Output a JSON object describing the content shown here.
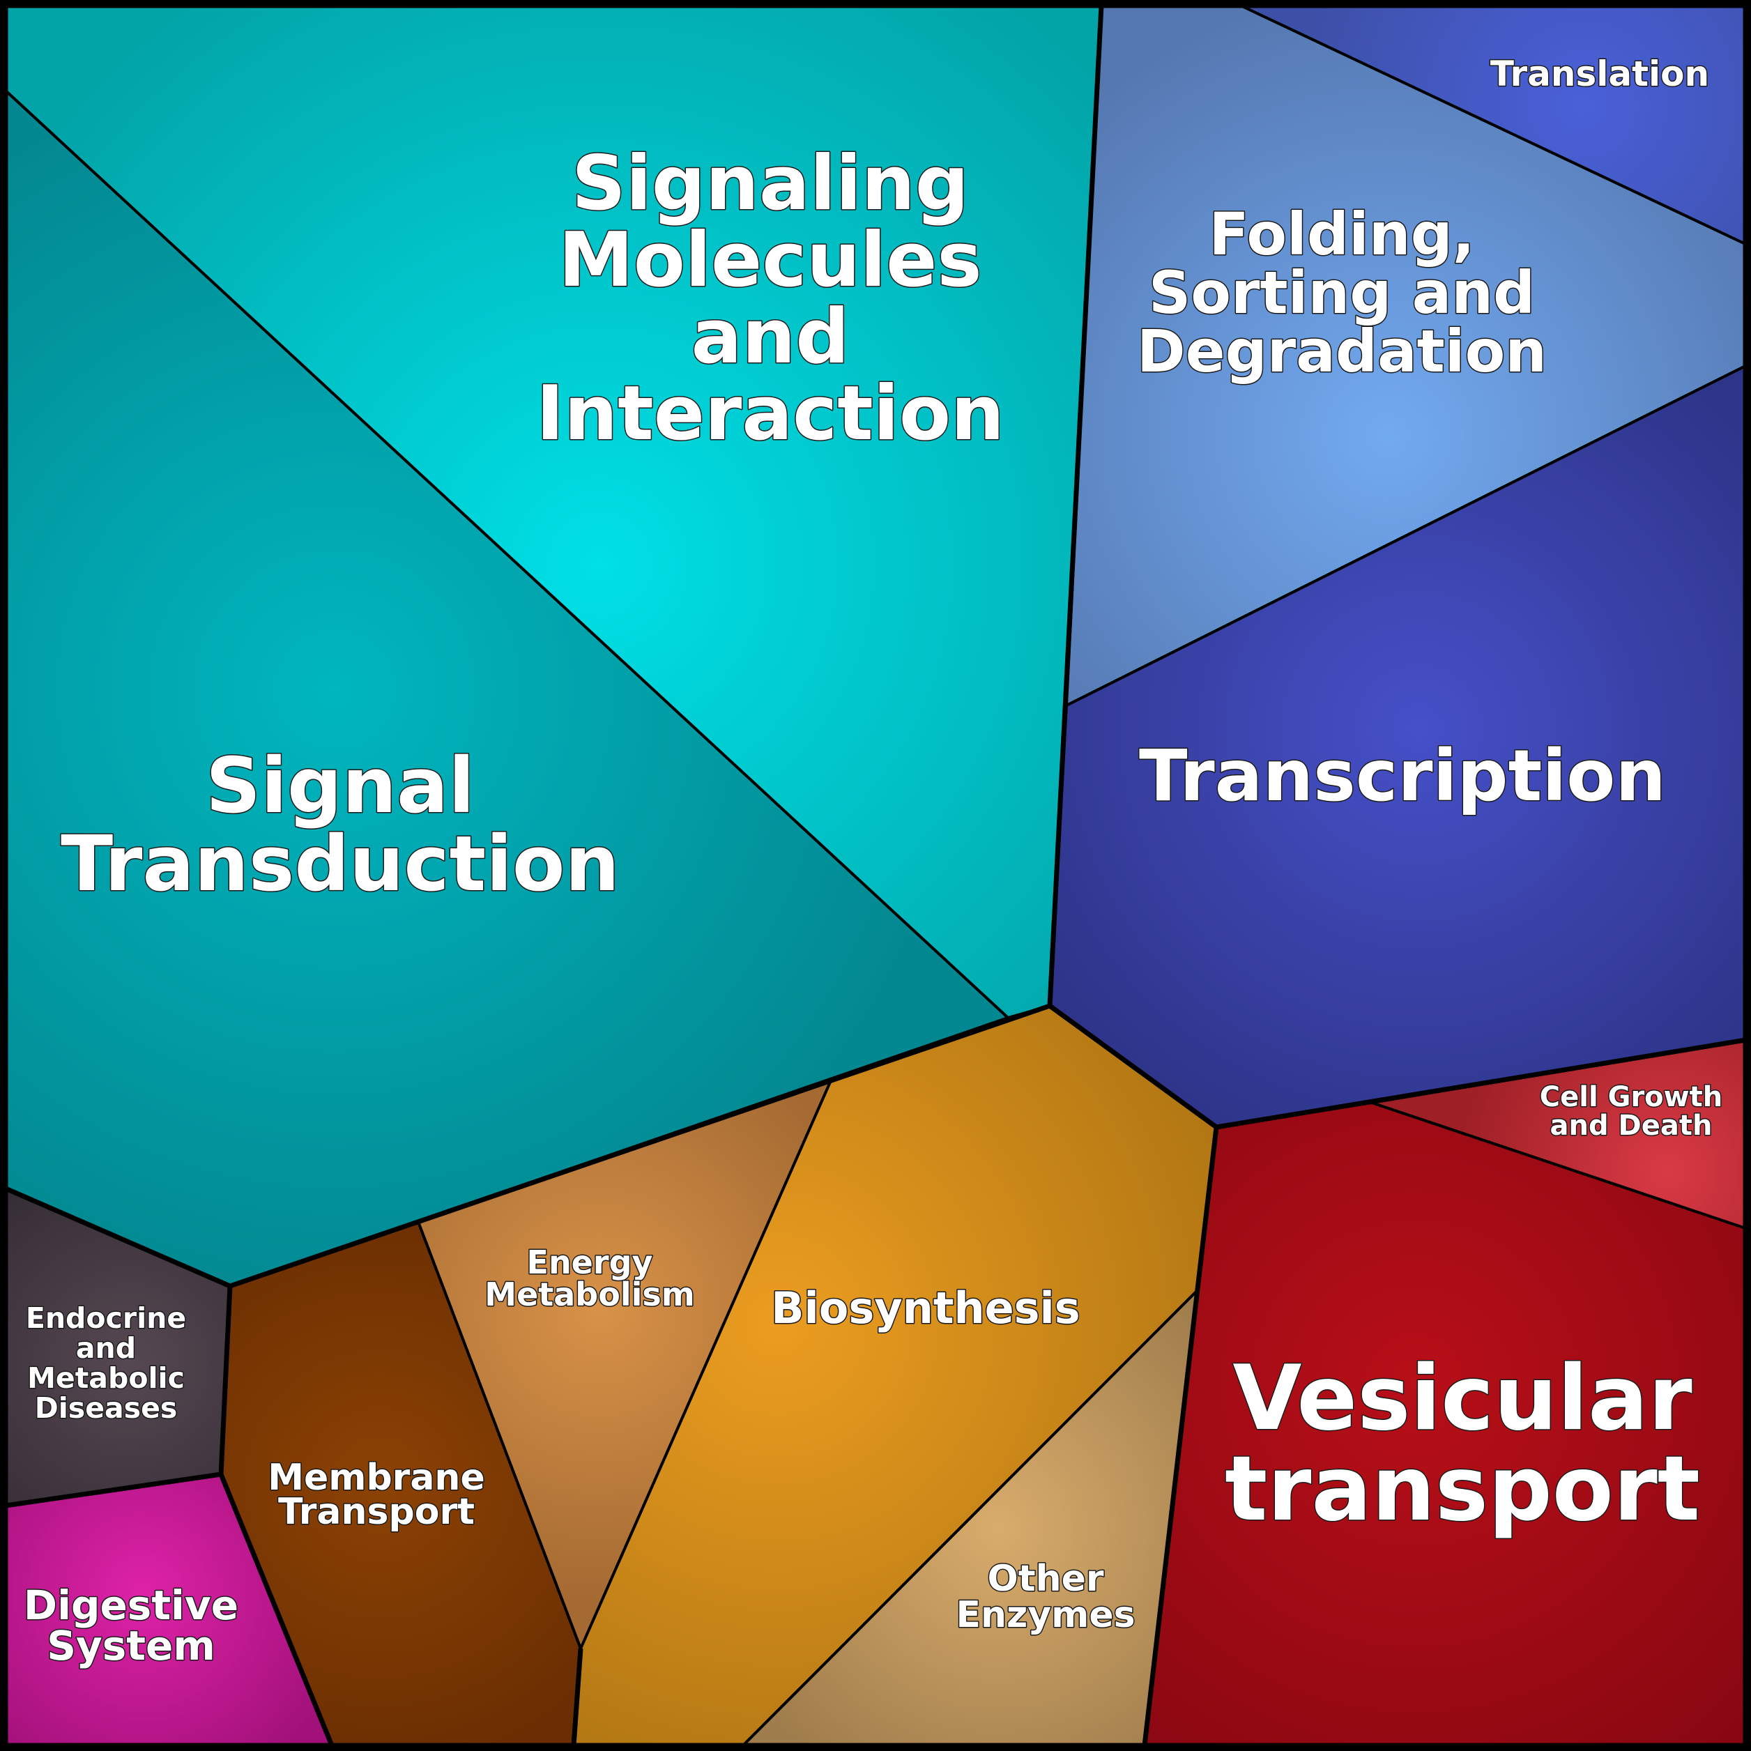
{
  "cells": [
    {
      "id": "signaling-molecules",
      "name": "signaling-molecules-cell",
      "lines": [
        "Signaling",
        "Molecules",
        "and",
        "Interaction"
      ],
      "colors": [
        "#00e0e6",
        "#02a4a8"
      ]
    },
    {
      "id": "signal-transduction",
      "name": "signal-transduction-cell",
      "lines": [
        "Signal",
        "Transduction"
      ],
      "colors": [
        "#00b6bf",
        "#038891"
      ]
    },
    {
      "id": "folding-sorting",
      "name": "folding-sorting-cell",
      "lines": [
        "Folding,",
        "Sorting and",
        "Degradation"
      ],
      "colors": [
        "#72aaf0",
        "#5577b0"
      ]
    },
    {
      "id": "translation",
      "name": "translation-cell",
      "lines": [
        "Translation"
      ],
      "colors": [
        "#4a60d8",
        "#3d50a8"
      ]
    },
    {
      "id": "transcription",
      "name": "transcription-cell",
      "lines": [
        "Transcription"
      ],
      "colors": [
        "#4650c8",
        "#2e3488"
      ]
    },
    {
      "id": "cell-growth",
      "name": "cell-growth-cell",
      "lines": [
        "Cell Growth",
        "and Death"
      ],
      "colors": [
        "#d93a45",
        "#9e1f26"
      ]
    },
    {
      "id": "vesicular-transport",
      "name": "vesicular-transport-cell",
      "lines": [
        "Vesicular",
        "transport"
      ],
      "colors": [
        "#b80f18",
        "#870711"
      ]
    },
    {
      "id": "biosynthesis",
      "name": "biosynthesis-cell",
      "lines": [
        "Biosynthesis"
      ],
      "colors": [
        "#ec9d20",
        "#ac7312"
      ]
    },
    {
      "id": "energy-metabolism",
      "name": "energy-metabolism-cell",
      "lines": [
        "Energy",
        "Metabolism"
      ],
      "colors": [
        "#d89248",
        "#a46a32"
      ]
    },
    {
      "id": "other-enzymes",
      "name": "other-enzymes-cell",
      "lines": [
        "Other",
        "Enzymes"
      ],
      "colors": [
        "#d8ac6c",
        "#a07d4c"
      ]
    },
    {
      "id": "membrane-transport",
      "name": "membrane-transport-cell",
      "lines": [
        "Membrane",
        "Transport"
      ],
      "colors": [
        "#8c4204",
        "#6a2e02"
      ]
    },
    {
      "id": "endocrine-metabolic",
      "name": "endocrine-metabolic-cell",
      "lines": [
        "Endocrine",
        "and",
        "Metabolic",
        "Diseases"
      ],
      "colors": [
        "#564852",
        "#352d35"
      ]
    },
    {
      "id": "digestive-system",
      "name": "digestive-system-cell",
      "lines": [
        "Digestive",
        "System"
      ],
      "colors": [
        "#de22a8",
        "#a2117a"
      ]
    }
  ]
}
